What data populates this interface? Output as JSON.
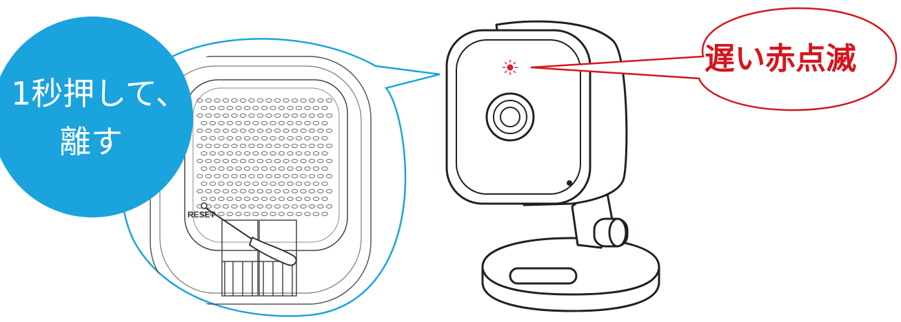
{
  "instruction": {
    "line1": "1秒押して、",
    "line2": "離す"
  },
  "status": {
    "label": "遅い赤点滅"
  },
  "device": {
    "reset_label": "RESET"
  },
  "colors": {
    "instruction_bubble": "#1aa3dc",
    "magnify_outline": "#1aa3dc",
    "status_outline": "#d3161d",
    "status_text": "#d3161d",
    "led": "#e01b24",
    "line_art": "#231f20"
  }
}
